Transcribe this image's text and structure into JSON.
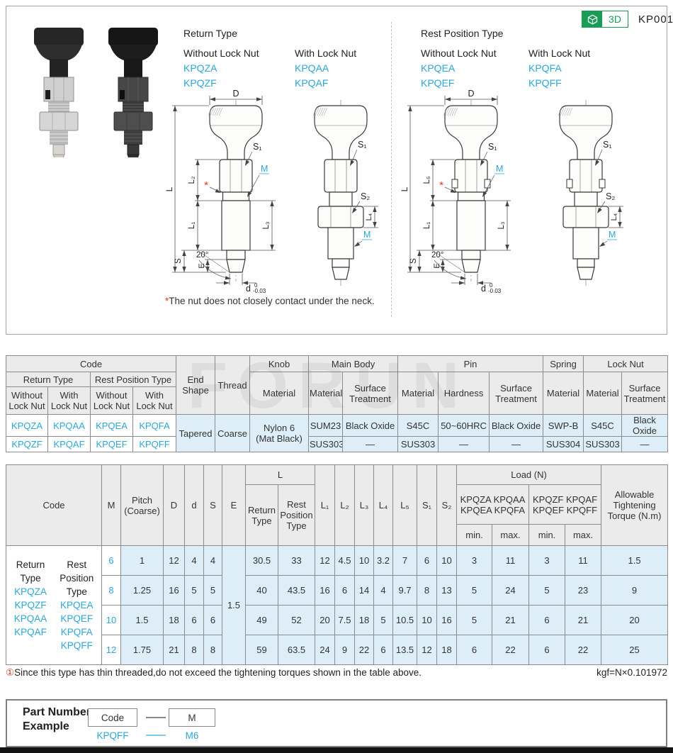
{
  "header": {
    "part_code": "KP001",
    "badge_3d": "3D"
  },
  "watermark": "FORUN",
  "top": {
    "groups": [
      {
        "title": "Return Type",
        "columns": [
          {
            "label": "Without Lock Nut",
            "codes": [
              "KPQZA",
              "KPQZF"
            ]
          },
          {
            "label": "With Lock Nut",
            "codes": [
              "KPQAA",
              "KPQAF"
            ]
          }
        ]
      },
      {
        "title": "Rest Position Type",
        "columns": [
          {
            "label": "Without Lock Nut",
            "codes": [
              "KPQEA",
              "KPQEF"
            ]
          },
          {
            "label": "With Lock Nut",
            "codes": [
              "KPQFA",
              "KPQFF"
            ]
          }
        ]
      }
    ],
    "drawing_note_star": "*",
    "drawing_note": "The nut does not closely contact under the neck.",
    "dims": {
      "D": "D",
      "L": "L",
      "L1": "L₁",
      "L2": "L₂",
      "L3": "L₃",
      "L4": "L₄",
      "L5": "L₅",
      "S": "S",
      "E": "E",
      "S1": "S₁",
      "S2": "S₂",
      "M": "M",
      "angle": "20°",
      "d": "d",
      "tol_top": "0",
      "tol_bottom": "-0.03",
      "star": "*"
    },
    "diagrams": [
      {
        "name": "return-type-without-lock-nut",
        "nut": false,
        "groove": false
      },
      {
        "name": "return-type-with-lock-nut",
        "nut": true,
        "groove": false
      },
      {
        "name": "rest-position-without-lock-nut",
        "nut": false,
        "groove": true
      },
      {
        "name": "rest-position-with-lock-nut",
        "nut": true,
        "groove": true
      }
    ]
  },
  "spec_table": {
    "headers": {
      "code": "Code",
      "return_type": "Return Type",
      "rest_type": "Rest Position Type",
      "without": "Without\nLock Nut",
      "with": "With\nLock Nut",
      "end_shape": "End\nShape",
      "thread": "Thread",
      "knob": "Knob",
      "main_body": "Main Body",
      "pin": "Pin",
      "spring": "Spring",
      "lock_nut": "Lock Nut",
      "material": "Material",
      "surface": "Surface\nTreatment",
      "hardness": "Hardness"
    },
    "rows": [
      {
        "codes": [
          "KPQZA",
          "KPQAA",
          "KPQEA",
          "KPQFA"
        ],
        "end_shape": "Tapered",
        "thread": "Coarse",
        "knob_material": "Nylon 6\n(Mat Black)",
        "body_material": "SUM23",
        "body_surface": "Black Oxide",
        "pin_material": "S45C",
        "pin_hardness": "50~60HRC",
        "pin_surface": "Black Oxide",
        "spring_material": "SWP-B",
        "nut_material": "S45C",
        "nut_surface": "Black Oxide"
      },
      {
        "codes": [
          "KPQZF",
          "KPQAF",
          "KPQEF",
          "KPQFF"
        ],
        "body_material": "SUS303",
        "body_surface": "—",
        "pin_material": "SUS303",
        "pin_hardness": "—",
        "pin_surface": "—",
        "spring_material": "SUS304",
        "nut_material": "SUS303",
        "nut_surface": "—"
      }
    ]
  },
  "dim_table": {
    "headers": {
      "code": "Code",
      "m": "M",
      "pitch": "Pitch\n(Coarse)",
      "D": "D",
      "d": "d",
      "S": "S",
      "E": "E",
      "L": "L",
      "l_return": "Return\nType",
      "l_rest": "Rest\nPosition\nType",
      "L1": "L₁",
      "L2": "L₂",
      "L3": "L₃",
      "L4": "L₄",
      "L5": "L₅",
      "S1": "S₁",
      "S2": "S₂",
      "load": "Load (N)",
      "group_a": "KPQZA  KPQAA\nKPQEA  KPQFA",
      "group_f": "KPQZF  KPQAF\nKPQEF  KPQFF",
      "min": "min.",
      "max": "max.",
      "torque": "Allowable\nTightening\nTorque (N.m)"
    },
    "code_groups": [
      {
        "title": "Return\nType",
        "codes": [
          "KPQZA",
          "KPQZF",
          "KPQAA",
          "KPQAF"
        ]
      },
      {
        "title": "Rest\nPosition\nType",
        "codes": [
          "KPQEA",
          "KPQEF",
          "KPQFA",
          "KPQFF"
        ]
      }
    ],
    "e_shared": "1.5",
    "rows": [
      {
        "m": "6",
        "pitch": "1",
        "D": "12",
        "d": "4",
        "S": "4",
        "lr": "30.5",
        "lrp": "33",
        "l1": "12",
        "l2": "4.5",
        "l3": "10",
        "l4": "3.2",
        "l5": "7",
        "s1": "6",
        "s2": "10",
        "a_min": "3",
        "a_max": "11",
        "f_min": "3",
        "f_max": "11",
        "torque": "1.5"
      },
      {
        "m": "8",
        "pitch": "1.25",
        "D": "16",
        "d": "5",
        "S": "5",
        "lr": "40",
        "lrp": "43.5",
        "l1": "16",
        "l2": "6",
        "l3": "14",
        "l4": "4",
        "l5": "9.7",
        "s1": "8",
        "s2": "13",
        "a_min": "5",
        "a_max": "24",
        "f_min": "5",
        "f_max": "23",
        "torque": "9"
      },
      {
        "m": "10",
        "pitch": "1.5",
        "D": "18",
        "d": "6",
        "S": "6",
        "lr": "49",
        "lrp": "52",
        "l1": "20",
        "l2": "7.5",
        "l3": "18",
        "l4": "5",
        "l5": "10.5",
        "s1": "10",
        "s2": "16",
        "a_min": "5",
        "a_max": "21",
        "f_min": "6",
        "f_max": "21",
        "torque": "20"
      },
      {
        "m": "12",
        "pitch": "1.75",
        "D": "21",
        "d": "8",
        "S": "8",
        "lr": "59",
        "lrp": "63.5",
        "l1": "24",
        "l2": "9",
        "l3": "22",
        "l4": "6",
        "l5": "13.5",
        "s1": "12",
        "s2": "18",
        "a_min": "6",
        "a_max": "22",
        "f_min": "6",
        "f_max": "22",
        "torque": "25"
      }
    ]
  },
  "notes": {
    "warning_icon": "①",
    "warning": "Since this type has thin threaded,do not exceed the tightening torques shown in the table above.",
    "conversion": "kgf=N×0.101972"
  },
  "part_example": {
    "title": "Part Number\nExample",
    "code_label": "Code",
    "m_label": "M",
    "code_value": "KPQFF",
    "m_value": "M6"
  },
  "colors": {
    "accent_blue": "#2aa7de",
    "brand_green": "#159e54",
    "row_blue": "#ddeef9",
    "header_gray": "#ebebeb",
    "warning_red": "#e8380d"
  }
}
